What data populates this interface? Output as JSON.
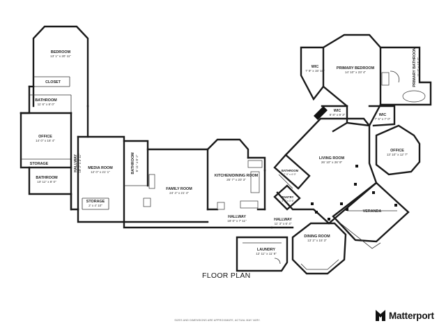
{
  "plan_title": "FLOOR PLAN",
  "disclaimer": "SIZES AND DIMENSIONS ARE APPROXIMATE, ACTUAL MAY VARY.",
  "brand": {
    "name": "Matterport",
    "icon": "matterport-logo-icon"
  },
  "rooms": {
    "bedroom": {
      "name": "BEDROOM",
      "dims": "13' 1\" x 20' 11\""
    },
    "closet": {
      "name": "CLOSET"
    },
    "bathroom_1": {
      "name": "BATHROOM",
      "dims": "11' 6\" x 8' 0\""
    },
    "office_1": {
      "name": "OFFICE",
      "dims": "14' 0\" x 18' 4\""
    },
    "storage_1": {
      "name": "STORAGE"
    },
    "bathroom_2": {
      "name": "BATHROOM",
      "dims": "10' 11\" x 8' 0\""
    },
    "hallway_1": {
      "name": "HALLWAY",
      "dims": "18' 2\" x 3' 11\""
    },
    "media_room": {
      "name": "MEDIA ROOM",
      "dims": "12' 0\" x 21' 1\""
    },
    "storage_2": {
      "name": "STORAGE",
      "dims": "2' x 4' 10\""
    },
    "bathroom_3": {
      "name": "BATHROOM",
      "dims": "6' 11\" x 8' 2\""
    },
    "family_room": {
      "name": "FAMILY ROOM",
      "dims": "24' 4\" x 21' 4\""
    },
    "kitchen": {
      "name": "KITCHEN/DINING ROOM",
      "dims": "25' 7\" x 20' 3\""
    },
    "hallway_2": {
      "name": "HALLWAY",
      "dims": "18' 0\" x 7' 11\""
    },
    "hallway_3": {
      "name": "HALLWAY",
      "dims": "11' 3\" x 6' 4\""
    },
    "laundry": {
      "name": "LAUNDRY",
      "dims": "12' 11\" x 11' 9\""
    },
    "dining_room": {
      "name": "DINING ROOM",
      "dims": "13' 2\" x 15' 3\""
    },
    "pantry": {
      "name": "PANTRY",
      "dims": "3' 9\" x 3' 6\""
    },
    "bathroom_4": {
      "name": "BATHROOM",
      "dims": "7' 0\" x 4' 0\""
    },
    "living_room": {
      "name": "LIVING ROOM",
      "dims": "26' 10\" x 26' 9\""
    },
    "wic_1": {
      "name": "WIC",
      "dims": "7' 9\" x 15' 10\""
    },
    "primary_bedroom": {
      "name": "PRIMARY BEDROOM",
      "dims": "14' 10\" x 23' 4\""
    },
    "primary_bathroom": {
      "name": "PRIMARY BATHROOM",
      "dims": "11' 7\" x 17' 7\""
    },
    "wic_2": {
      "name": "WIC",
      "dims": "8' 8\" x 9' 3\""
    },
    "wic_3": {
      "name": "WIC",
      "dims": "7' 5\" x 7' 0\""
    },
    "office_2": {
      "name": "OFFICE",
      "dims": "13' 10\" x 12' 7\""
    },
    "veranda": {
      "name": "VERANDA"
    }
  }
}
